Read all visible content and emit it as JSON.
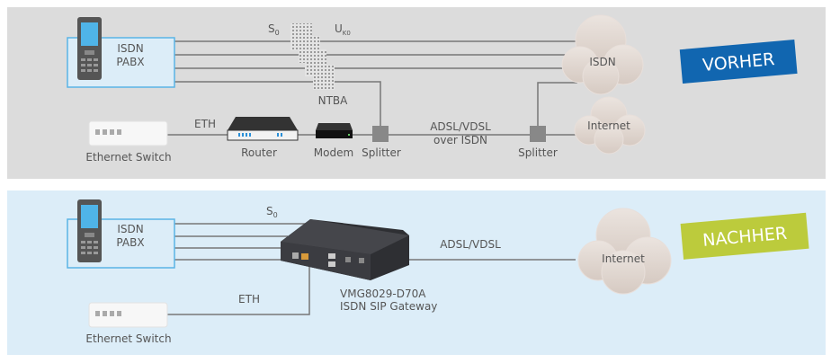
{
  "before": {
    "badge": "VORHER",
    "badge_color": "#1166b0",
    "pabx_line1": "ISDN",
    "pabx_line2": "PABX",
    "s0": "S",
    "s0_sub": "0",
    "uk0": "U",
    "uk0_sub": "K0",
    "ntba": "NTBA",
    "isdn_cloud": "ISDN",
    "internet_cloud": "Internet",
    "eth": "ETH",
    "switch": "Ethernet Switch",
    "router": "Router",
    "modem": "Modem",
    "splitter1": "Splitter",
    "splitter2": "Splitter",
    "adsl_line1": "ADSL/VDSL",
    "adsl_line2": "over ISDN"
  },
  "after": {
    "badge": "NACHHER",
    "badge_color": "#bccb3c",
    "pabx_line1": "ISDN",
    "pabx_line2": "PABX",
    "s0": "S",
    "s0_sub": "0",
    "eth": "ETH",
    "switch": "Ethernet Switch",
    "adsl": "ADSL/VDSL",
    "internet_cloud": "Internet",
    "device_name": "VMG8029-D70A",
    "device_desc": "ISDN SIP Gateway"
  }
}
